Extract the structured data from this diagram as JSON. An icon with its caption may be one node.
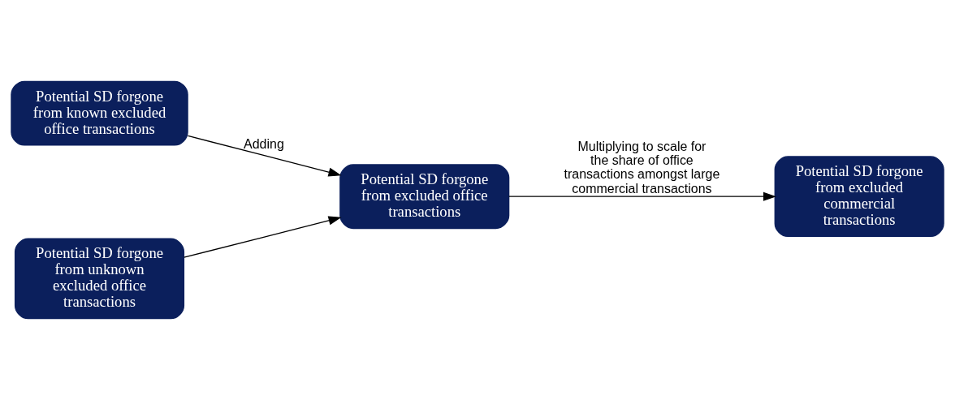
{
  "diagram": {
    "nodes": [
      {
        "text": [
          "Potential SD forgone from known excluded office transactions"
        ]
      },
      {
        "text": [
          "Potential SD forgone from unknown excluded office transactions"
        ]
      },
      {
        "text": [
          "Potential SD forgone from excluded office transactions"
        ]
      },
      {
        "text": [
          "Potential SD forgone from excluded commercial transactions"
        ]
      }
    ],
    "edges": [
      {
        "from": 0,
        "to": 2,
        "arrow": "to",
        "label": "Adding"
      },
      {
        "from": 1,
        "to": 2,
        "arrow": "to"
      },
      {
        "from": 2,
        "to": 3,
        "arrow": "to",
        "label": "Multiplying to scale for  the share of office transactions amongst large commercial transactions"
      }
    ]
  }
}
